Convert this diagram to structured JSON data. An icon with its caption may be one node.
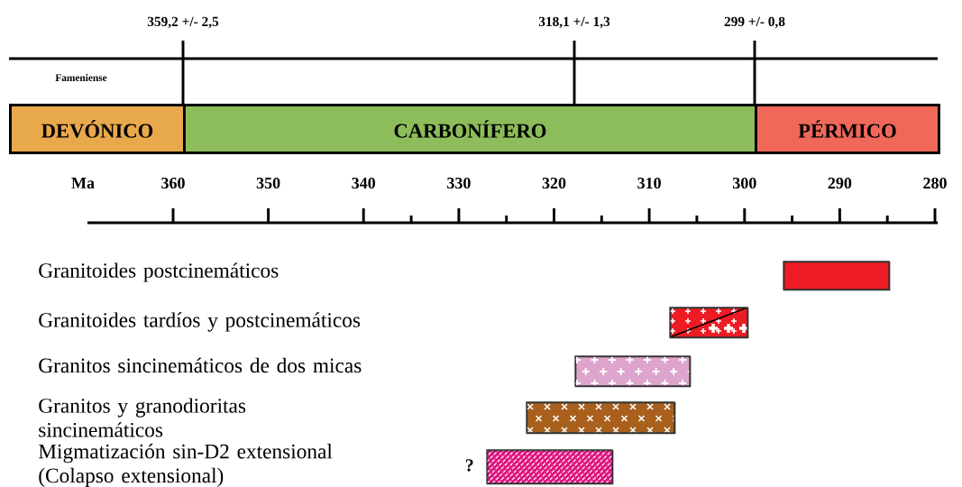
{
  "diagram": {
    "nodes": [
      {
        "text": [
          "DEVÓNICO"
        ]
      },
      {
        "text": [
          "CARBONÍFERO"
        ]
      },
      {
        "text": [
          "PÉRMICO"
        ]
      },
      {
        "text": [],
        "shape": "bar"
      },
      {
        "text": [],
        "shape": "bar"
      },
      {
        "text": [],
        "shape": "bar"
      },
      {
        "text": [],
        "shape": "bar"
      },
      {
        "text": [],
        "shape": "bar",
        "beside": [
          "?"
        ]
      }
    ],
    "labels": [
      "359,2 +/- 2,5",
      "318,1 +/- 1,3",
      "299 +/- 0,8",
      "Fameniense",
      "Ma",
      "360",
      "350",
      "340",
      "330",
      "320",
      "310",
      "300",
      "290",
      "280",
      "Granitoides postcinemáticos",
      "Granitoides tardíos y postcinemáticos",
      "Granitos sincinemáticos de dos micas",
      "Granitos y granodioritas sincinemáticos",
      "Migmatización sin-D2 extensional (Colapso extensional)"
    ]
  }
}
